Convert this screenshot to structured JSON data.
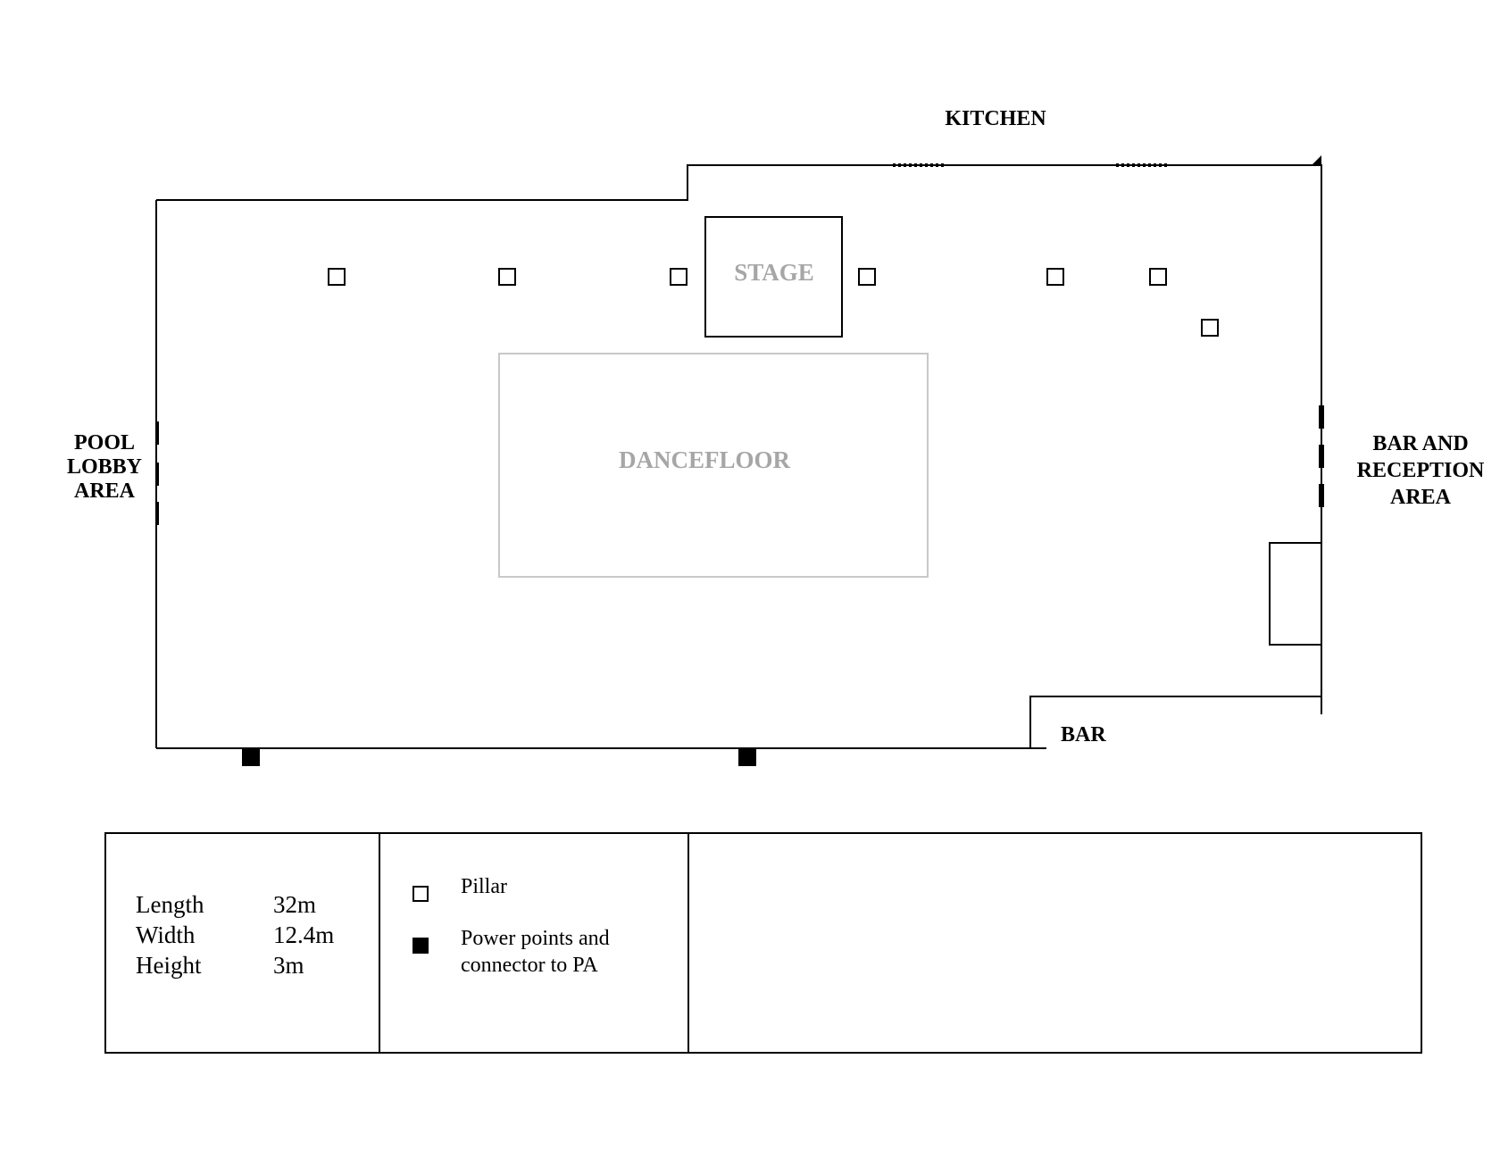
{
  "labels": {
    "kitchen": "KITCHEN",
    "pool_lobby": [
      "POOL",
      "LOBBY",
      "AREA"
    ],
    "bar_reception": [
      "BAR AND",
      "RECEPTION",
      "AREA"
    ],
    "bar": "BAR",
    "stage": "STAGE",
    "dancefloor": "DANCEFLOOR"
  },
  "dimensions": [
    {
      "label": "Length",
      "value": "32m"
    },
    {
      "label": "Width",
      "value": "12.4m"
    },
    {
      "label": "Height",
      "value": "3m"
    }
  ],
  "legend": {
    "pillar": "Pillar",
    "power_line1": "Power points and",
    "power_line2": "connector to PA"
  },
  "colors": {
    "line": "#000000",
    "gray_text": "#a6a6a6",
    "gray_outline": "#c8c8c8"
  }
}
